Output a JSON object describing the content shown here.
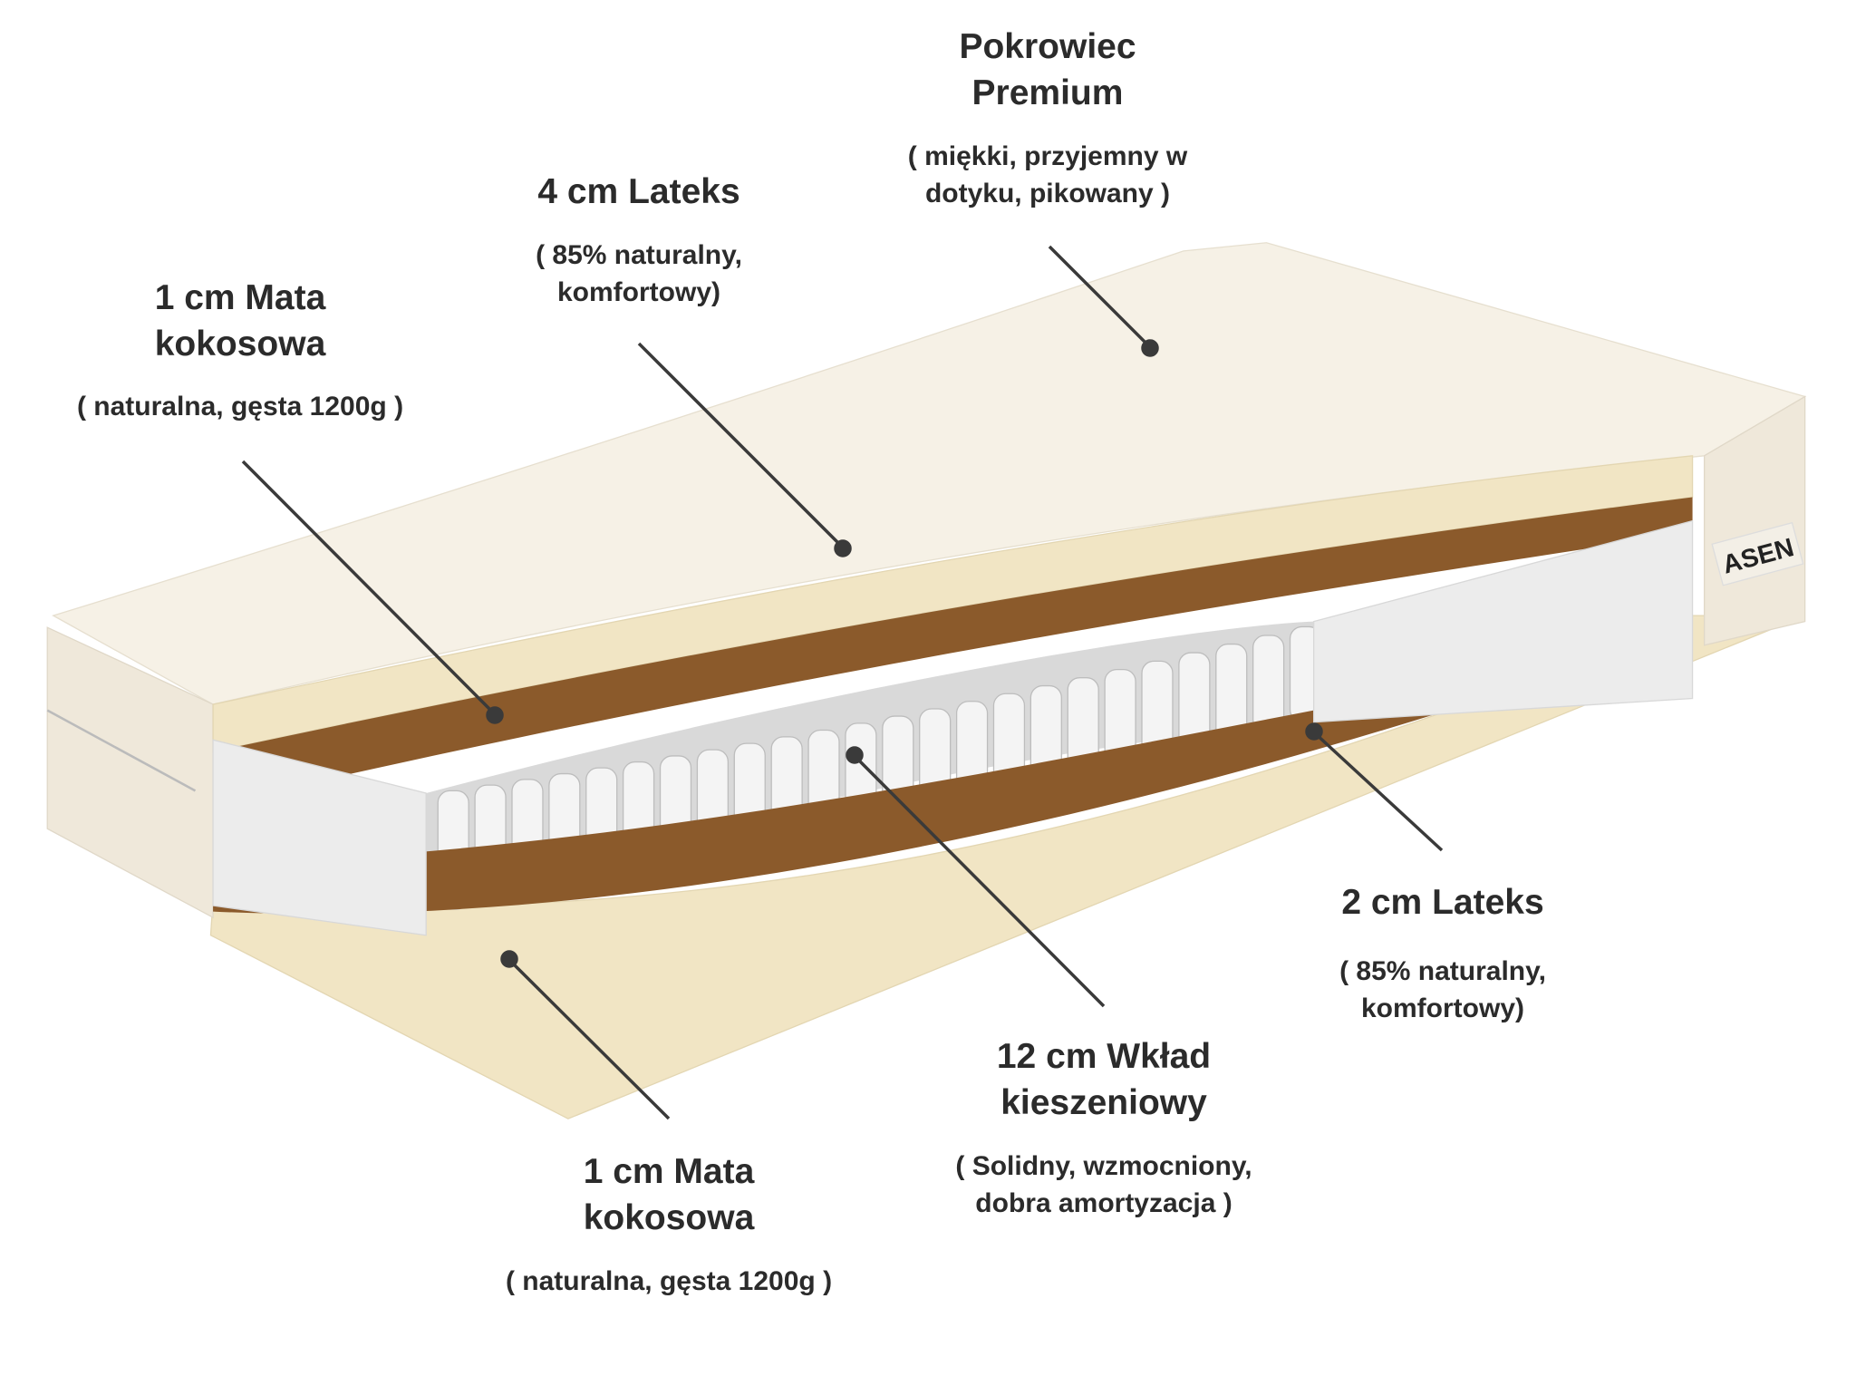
{
  "brand_logo": "ASEN",
  "layers": [
    {
      "id": "cover",
      "title_lines": [
        "Pokrowiec",
        "Premium"
      ],
      "desc_lines": [
        "( miękki, przyjemny w",
        "dotyku, pikowany )"
      ]
    },
    {
      "id": "latex-top",
      "title_lines": [
        "4 cm Lateks"
      ],
      "desc_lines": [
        "( 85% naturalny,",
        "komfortowy)"
      ]
    },
    {
      "id": "coco-top",
      "title_lines": [
        "1 cm Mata",
        "kokosowa"
      ],
      "desc_lines": [
        "( naturalna, gęsta 1200g )"
      ]
    },
    {
      "id": "latex-bottom",
      "title_lines": [
        "2 cm Lateks"
      ],
      "desc_lines": [
        "( 85% naturalny,",
        "komfortowy)"
      ]
    },
    {
      "id": "springs",
      "title_lines": [
        "12 cm Wkład",
        "kieszeniowy"
      ],
      "desc_lines": [
        "( Solidny, wzmocniony,",
        "dobra amortyzacja )"
      ]
    },
    {
      "id": "coco-bottom",
      "title_lines": [
        "1 cm Mata",
        "kokosowa"
      ],
      "desc_lines": [
        "( naturalna, gęsta 1200g )"
      ]
    }
  ],
  "colors": {
    "text": "#2b2b2b",
    "cover": "#f6f1e6",
    "latex": "#f1e5c4",
    "coconut": "#8b5a2b",
    "foam": "#ececec"
  }
}
